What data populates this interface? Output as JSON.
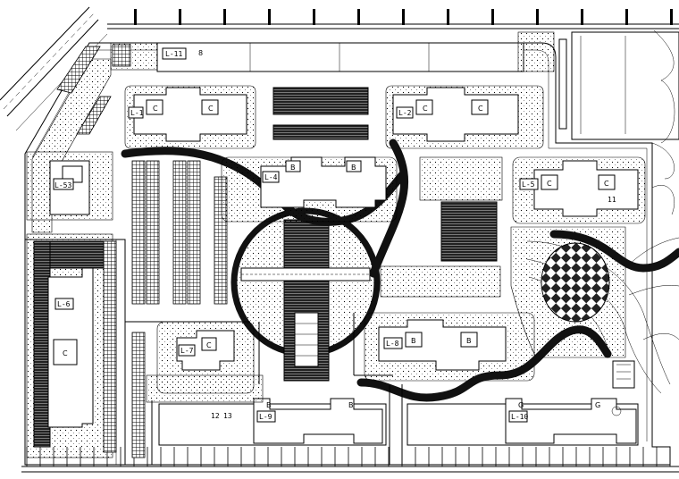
{
  "plan": {
    "buildings": [
      {
        "id": "b1",
        "tag": "L-1",
        "mark": "C"
      },
      {
        "id": "b2",
        "tag": "L-2",
        "mark": "C"
      },
      {
        "id": "b4",
        "tag": "L-4",
        "mark": "B"
      },
      {
        "id": "b5",
        "tag": "L-5",
        "mark": "C"
      },
      {
        "id": "b6",
        "tag": "L-6",
        "mark": "C"
      },
      {
        "id": "b7",
        "tag": "L-7",
        "mark": "C"
      },
      {
        "id": "b8",
        "tag": "L-8",
        "mark": "B"
      },
      {
        "id": "b9",
        "tag": "L-9",
        "mark": "B"
      },
      {
        "id": "b10",
        "tag": "L-10",
        "mark": "G"
      },
      {
        "id": "b11",
        "tag": "L-11",
        "mark": "8"
      },
      {
        "id": "b53",
        "tag": "L-53",
        "mark": ""
      }
    ],
    "misc_labels": {
      "n12": "12",
      "n13": "13",
      "n11": "11"
    }
  }
}
